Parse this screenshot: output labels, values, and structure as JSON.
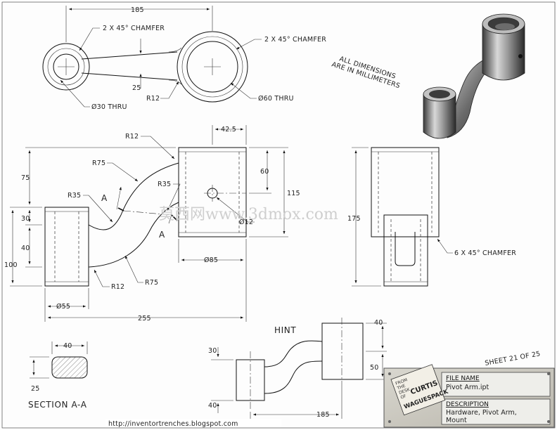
{
  "notes": {
    "units_line1": "ALL DIMENSIONS",
    "units_line2": "ARE IN MILLIMETERS",
    "hint": "HINT",
    "section": "SECTION A-A",
    "sheet": "SHEET 21 OF 25",
    "url": "http://inventortrenches.blogspot.com",
    "watermark": "莫西网www.3dmox.com"
  },
  "top_view": {
    "d185": "185",
    "chamfer_left": "2 X 45° CHAMFER",
    "chamfer_right": "2 X 45° CHAMFER",
    "d25": "25",
    "r12": "R12",
    "hole_small": "Ø30 THRU",
    "hole_large": "Ø60 THRU"
  },
  "front_view": {
    "r12_top": "R12",
    "r75_top": "R75",
    "r35_left": "R35",
    "r35_right": "R35",
    "label_a1": "A",
    "label_a2": "A",
    "d75": "75",
    "d30": "30",
    "d40": "40",
    "d100": "100",
    "r12_bottom": "R12",
    "r75_bottom": "R75",
    "d55": "Ø55",
    "d255": "255",
    "d42_5": "42.5",
    "d60": "60",
    "d115": "115",
    "d12": "Ø12",
    "d85": "Ø85"
  },
  "side_view": {
    "d175": "175",
    "chamfer": "6 X 45° CHAMFER"
  },
  "section_view": {
    "d40": "40",
    "d25": "25"
  },
  "hint_view": {
    "d40": "40",
    "d30": "30",
    "d50": "50",
    "d40b": "40",
    "d185": "185"
  },
  "title_block": {
    "stamp_line1": "FROM",
    "stamp_line2": "THE",
    "stamp_line3": "DESK",
    "stamp_line4": "OF",
    "stamp_name1": "CURTIS",
    "stamp_name2": "WAGUESPACK",
    "file_label": "FILE NAME",
    "file_value": "Pivot Arm.ipt",
    "desc_label": "DESCRIPTION",
    "desc_value1": "Hardware, Pivot Arm,",
    "desc_value2": "Mount"
  }
}
